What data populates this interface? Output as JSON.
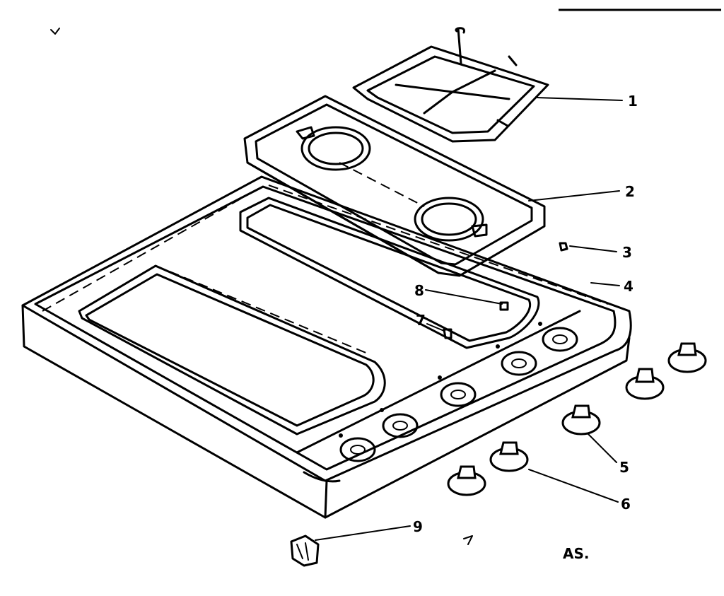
{
  "labels": {
    "part_1": "1",
    "part_2": "2",
    "part_3": "3",
    "part_4": "4",
    "part_5": "5",
    "part_6": "6",
    "part_7": "7",
    "part_8": "8",
    "part_9": "9",
    "corner_code": "AS."
  }
}
